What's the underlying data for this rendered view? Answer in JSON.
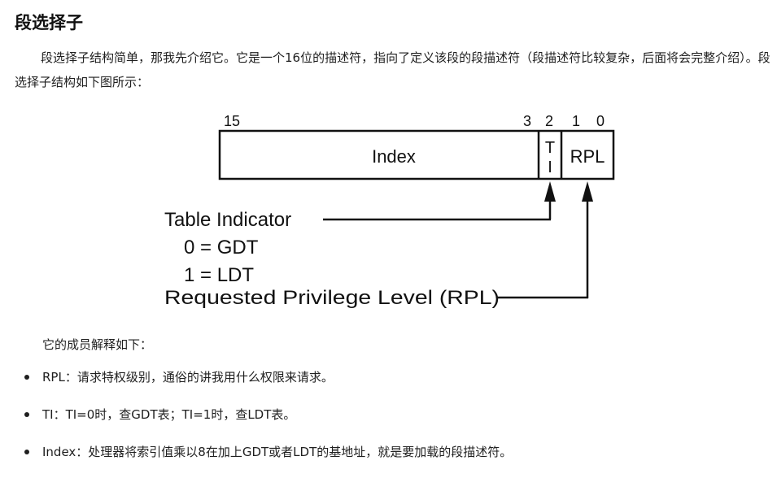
{
  "heading": "段选择子",
  "intro_paragraph": "段选择子结构简单，那我先介绍它。它是一个16位的描述符，指向了定义该段的段描述符（段描述符比较复杂，后面将会完整介绍）。段选择子结构如下图所示：",
  "diagram": {
    "bit_labels": {
      "bit15": "15",
      "bit3": "3",
      "bit2": "2",
      "bit1": "1",
      "bit0": "0"
    },
    "fields": {
      "index": "Index",
      "ti_top": "T",
      "ti_bottom": "I",
      "rpl": "RPL"
    },
    "annotations": {
      "table_indicator": "Table Indicator",
      "gdt": "0 = GDT",
      "ldt": "1 = LDT",
      "rpl_full": "Requested Privilege Level (RPL)"
    }
  },
  "members_intro": "它的成员解释如下：",
  "members": [
    "RPL：请求特权级别，通俗的讲我用什么权限来请求。",
    "TI：TI=0时，查GDT表；TI=1时，查LDT表。",
    "Index：处理器将索引值乘以8在加上GDT或者LDT的基地址，就是要加载的段描述符。"
  ]
}
